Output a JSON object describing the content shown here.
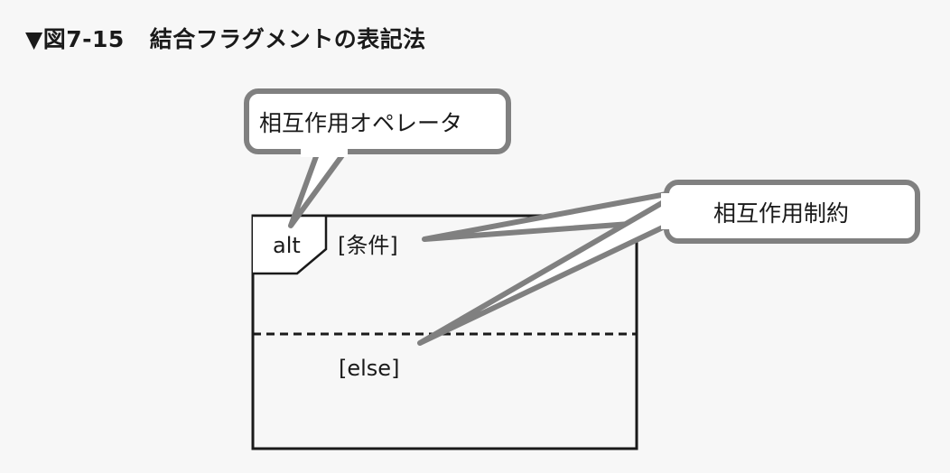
{
  "figure": {
    "number": "▼図7-15",
    "title": "結合フラグメントの表記法"
  },
  "callouts": {
    "operator": "相互作用オペレータ",
    "constraint": "相互作用制約"
  },
  "fragment": {
    "operator": "alt",
    "guard_1": "[条件]",
    "guard_2": "[else]"
  }
}
